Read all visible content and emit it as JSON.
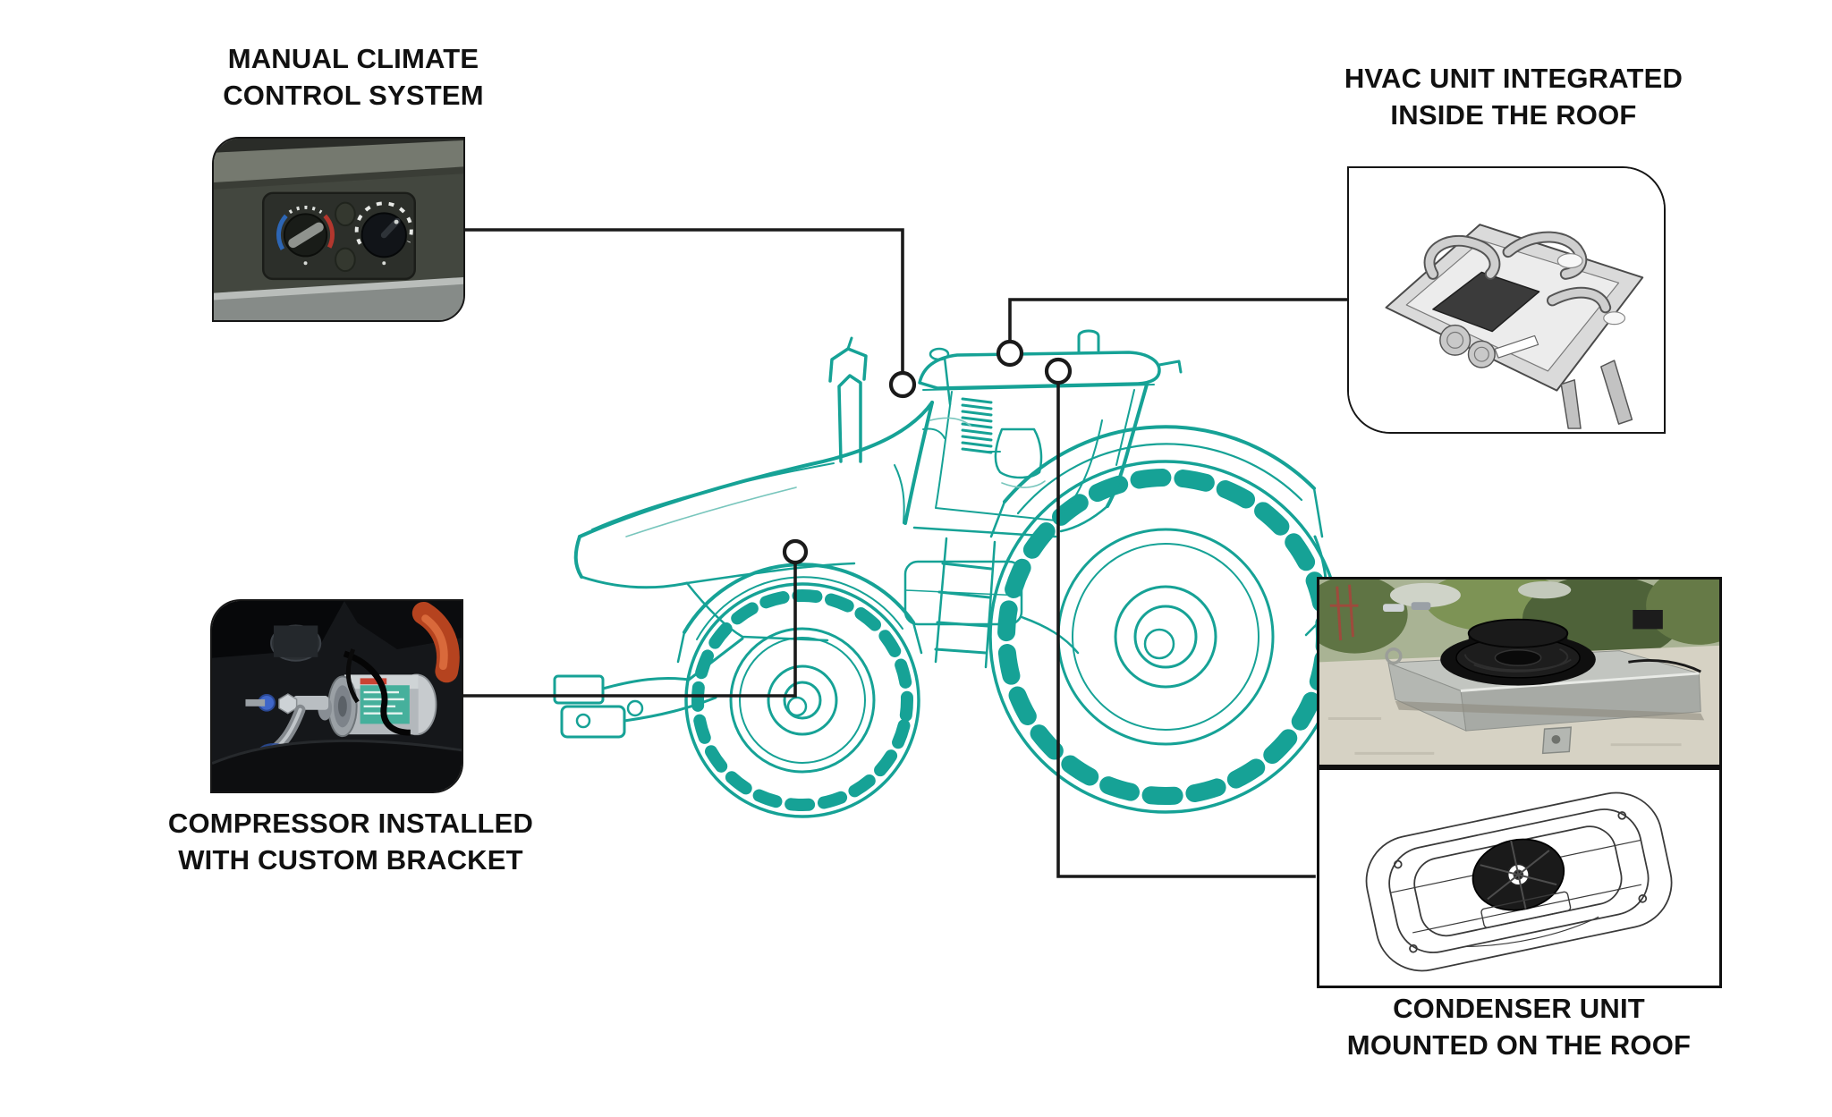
{
  "page": {
    "background": "#ffffff"
  },
  "colors": {
    "tractor_line": "#16a296",
    "tractor_line_light": "#79c6bd",
    "connector": "#1a1a1a",
    "label_text": "#111111"
  },
  "callouts": {
    "climate_control": {
      "line1": "MANUAL CLIMATE",
      "line2": "CONTROL SYSTEM"
    },
    "hvac_unit": {
      "line1": "HVAC UNIT INTEGRATED",
      "line2": "INSIDE THE ROOF"
    },
    "compressor": {
      "line1": "COMPRESSOR INSTALLED",
      "line2": "WITH CUSTOM BRACKET"
    },
    "condenser": {
      "line1": "CONDENSER UNIT",
      "line2": "MOUNTED ON THE ROOF"
    }
  }
}
